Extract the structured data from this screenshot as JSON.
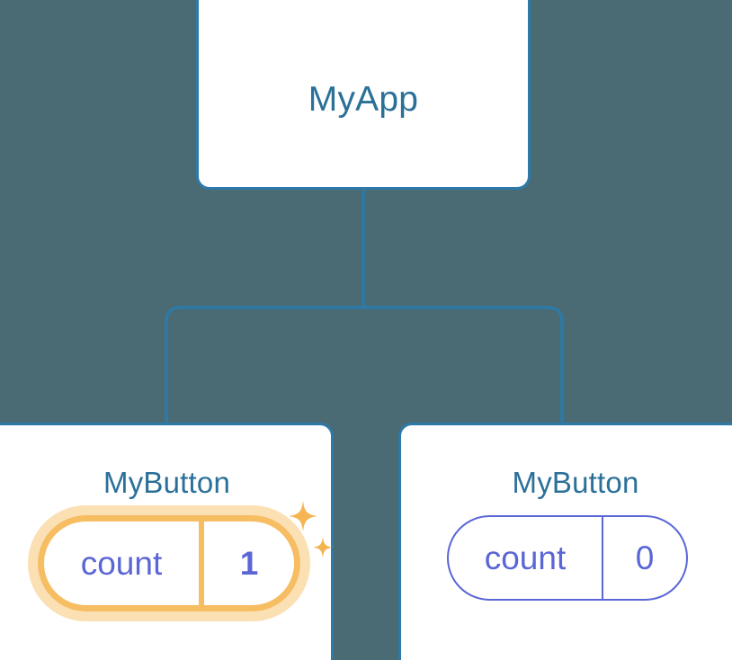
{
  "theme": {
    "background": "#4a6b74",
    "card_background": "#ffffff",
    "card_border": "#2d7aa8",
    "connector": "#2d7aa8",
    "title_text": "#2b7099",
    "prop_text": "#5b66d6",
    "prop_border": "#5b66d6",
    "highlight_border": "#f7bd62",
    "highlight_glow": "#fbe0b4",
    "sparkle": "#f5b554"
  },
  "tree": {
    "root": {
      "title": "MyApp"
    },
    "children": [
      {
        "title": "MyButton",
        "highlighted": true,
        "prop": {
          "key": "count",
          "value": "1"
        }
      },
      {
        "title": "MyButton",
        "highlighted": false,
        "prop": {
          "key": "count",
          "value": "0"
        }
      }
    ]
  },
  "icons": {
    "sparkle_large": "sparkle-icon",
    "sparkle_small": "sparkle-icon"
  }
}
